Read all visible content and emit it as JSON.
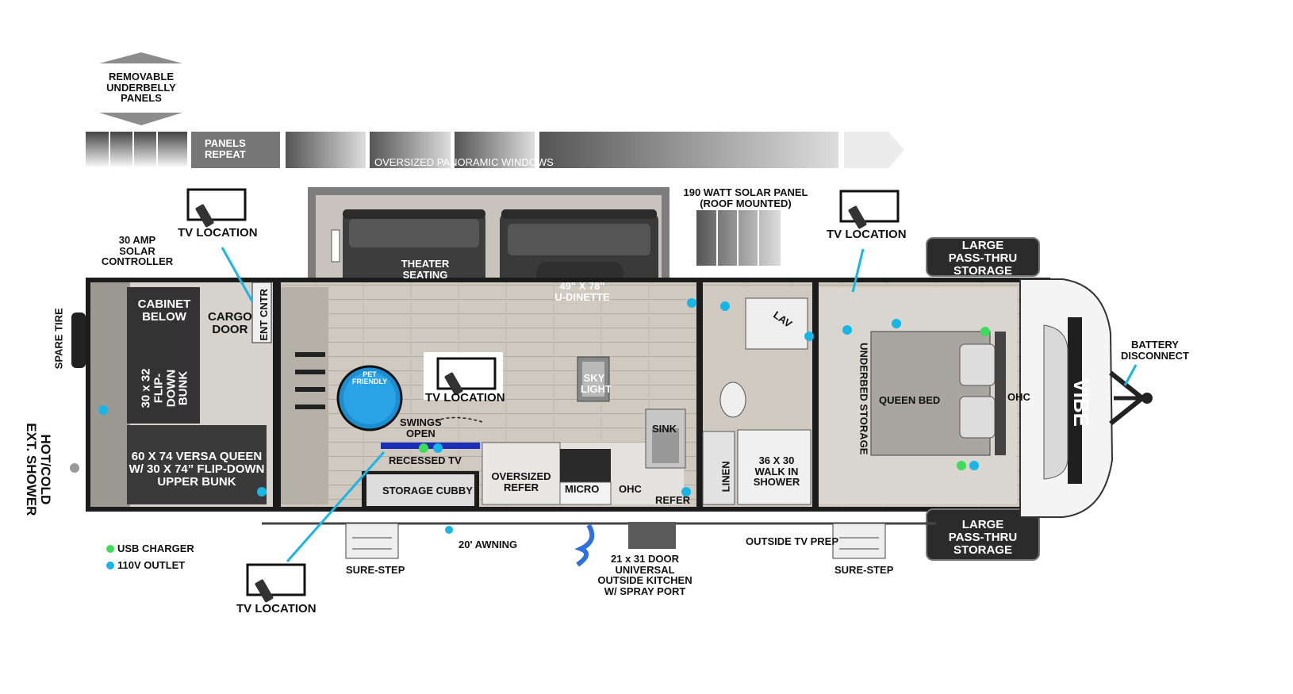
{
  "header": {
    "underbelly": "REMOVABLE\nUNDERBELLY\nPANELS",
    "panels_repeat": "PANELS\nREPEAT",
    "windows": "OVERSIZED PANORAMIC WINDOWS"
  },
  "labels": {
    "solar_panel": "190 WATT SOLAR PANEL\n(ROOF MOUNTED)",
    "solar_controller": "30 AMP\nSOLAR\nCONTROLLER",
    "tv_location": "TV LOCATION",
    "spare_tire": "SPARE TIRE",
    "ext_shower": "HOT/COLD\nEXT. SHOWER",
    "cabinet_below": "CABINET\nBELOW",
    "cargo_door": "CARGO\nDOOR",
    "ent_cntr": "ENT CNTR",
    "flip_bunk": "30 x 32\nFLIP-DOWN\nBUNK",
    "versa_queen": "60 X 74 VERSA QUEEN\nW/ 30 X 74” FLIP-DOWN\nUPPER BUNK",
    "theater_seating": "THEATER\nSEATING",
    "u_dinette": "49\" X 78\"\nU-DINETTE",
    "pet_friendly": "PET\nFRIENDLY",
    "sky_light": "SKY\nLIGHT",
    "swings_open": "SWINGS\nOPEN",
    "recessed_tv": "RECESSED TV",
    "storage_cubby": "STORAGE CUBBY",
    "oversized_refer": "OVERSIZED\nREFER",
    "micro": "MICRO",
    "ohc": "OHC",
    "sink": "SINK",
    "refer": "REFER",
    "lav": "LAV",
    "linen": "LINEN",
    "walk_in_shower": "36 X 30\nWALK IN\nSHOWER",
    "underbed_storage": "UNDERBED STORAGE",
    "queen_bed": "QUEEN BED",
    "ohc_bed": "OHC",
    "large_storage": "LARGE\nPASS-THRU\nSTORAGE",
    "battery_disconnect": "BATTERY\nDISCONNECT",
    "awning": "20' AWNING",
    "sure_step": "SURE-STEP",
    "outside_kitchen": "21 x 31 DOOR\nUNIVERSAL\nOUTSIDE KITCHEN\nW/ SPRAY PORT",
    "outside_tv_prep": "OUTSIDE TV PREP",
    "brand": "VIBE"
  },
  "legend": {
    "usb": "USB CHARGER",
    "outlet": "110V OUTLET",
    "usb_color": "#3ddc5a",
    "outlet_color": "#17b6e6"
  }
}
